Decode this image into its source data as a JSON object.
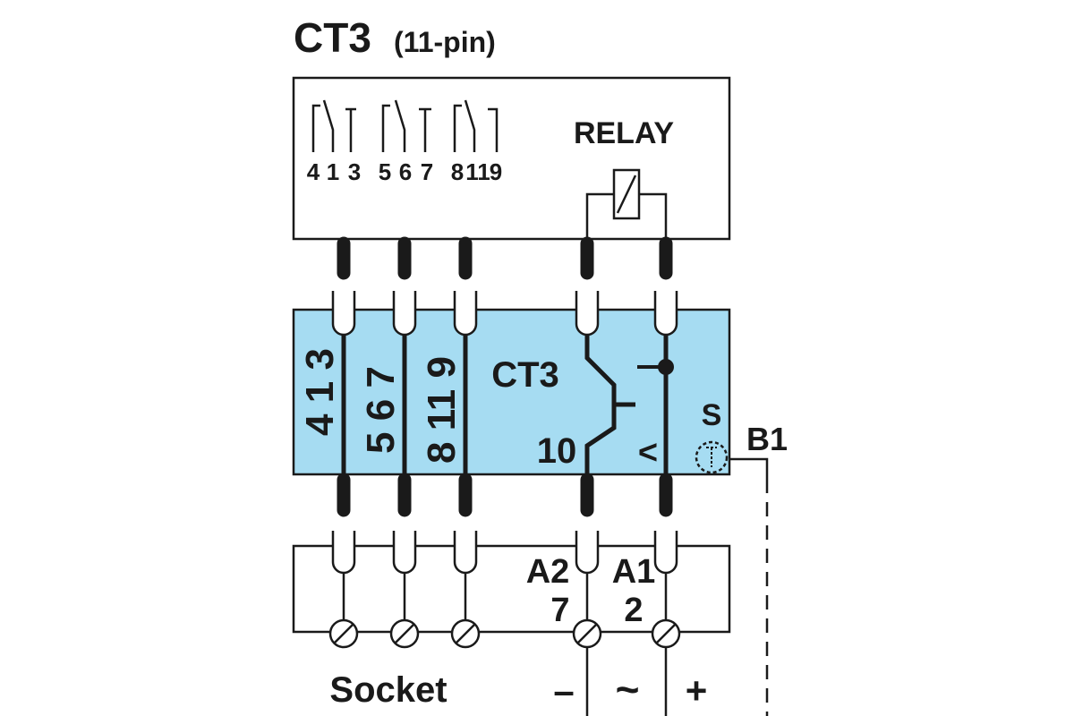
{
  "title": {
    "main": "CT3",
    "sub": "(11-pin)"
  },
  "relay": {
    "label": "RELAY",
    "contact_pins": [
      "4",
      "1",
      "3",
      "5",
      "6",
      "7",
      "8",
      "11",
      "9"
    ]
  },
  "module": {
    "label": "CT3",
    "pin_groups": [
      "4 1 3",
      "5 6 7",
      "8 11 9"
    ],
    "transistor_pin": "10",
    "sensor_label": "S",
    "input_label": "B1",
    "arrow_symbol": "<"
  },
  "socket": {
    "label": "Socket",
    "terminal_a2": {
      "name": "A2",
      "number": "7"
    },
    "terminal_a1": {
      "name": "A1",
      "number": "2"
    },
    "supply_symbols": {
      "minus": "–",
      "ac": "~",
      "plus": "+"
    }
  },
  "colors": {
    "module_fill": "#a6dcf2",
    "ink": "#1a1a1a",
    "background": "#ffffff"
  }
}
